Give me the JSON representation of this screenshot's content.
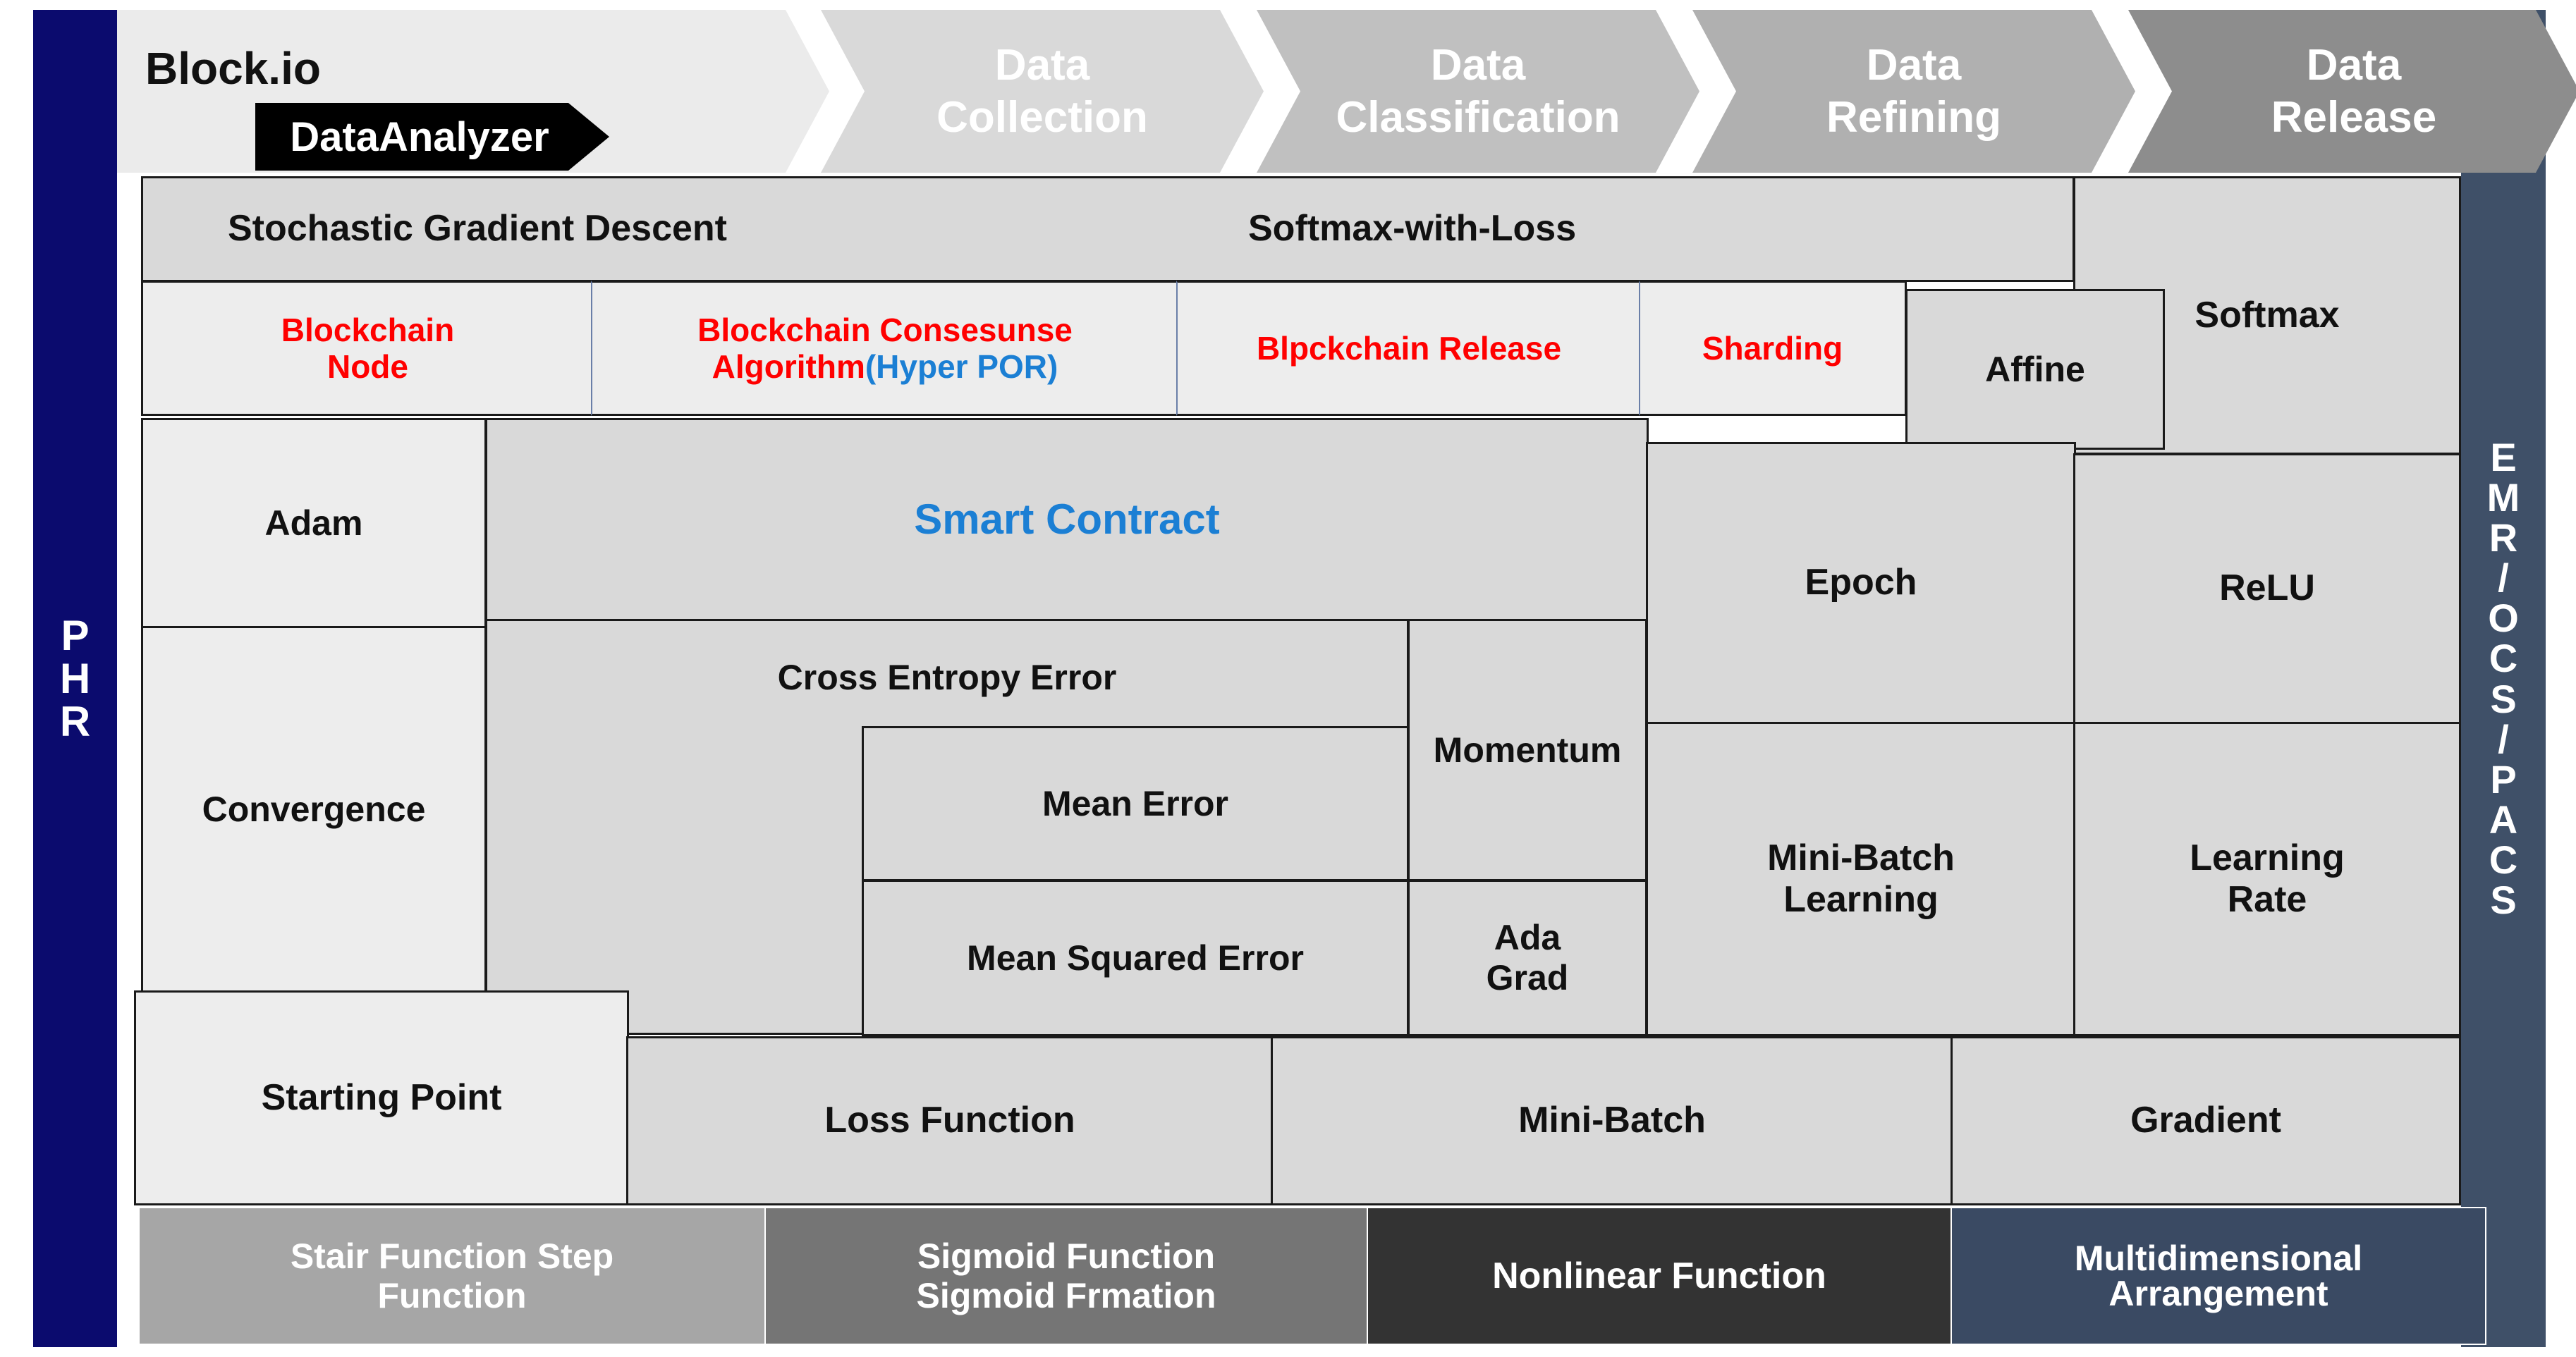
{
  "brand": {
    "title": "Block.io",
    "badge": "DataAnalyzer"
  },
  "pipeline": {
    "stages": [
      {
        "label": ""
      },
      {
        "label": "Data\nCollection"
      },
      {
        "label": "Data\nClassification"
      },
      {
        "label": "Data\nRefining"
      },
      {
        "label": "Data\nRelease"
      }
    ]
  },
  "rails": {
    "left": {
      "name": "PHR",
      "letters": [
        "P",
        "H",
        "R"
      ]
    },
    "right": {
      "name": "EMR/OCS/PACS",
      "letters": [
        "E",
        "M",
        "R",
        "/",
        "O",
        "C",
        "S",
        "/",
        "P",
        "A",
        "C",
        "S"
      ]
    }
  },
  "blocks": {
    "sgd": "Stochastic Gradient Descent",
    "softmax_with_loss": "Softmax-with-Loss",
    "blockchain_node": "Blockchain\nNode",
    "consensus_main": "Blockchain Consesunse Algorithm",
    "consensus_sub": "(Hyper POR)",
    "blockchain_release": "Blpckchain Release",
    "sharding": "Sharding",
    "affine": "Affine",
    "softmax": "Softmax",
    "adam": "Adam",
    "smart_contract": "Smart Contract",
    "convergence": "Convergence",
    "cross_entropy_error": "Cross Entropy Error",
    "mean_error": "Mean Error",
    "mean_squared_error": "Mean Squared Error",
    "momentum": "Momentum",
    "ada_grad": "Ada\nGrad",
    "epoch": "Epoch",
    "relu": "ReLU",
    "mini_batch_learning": "Mini-Batch\nLearning",
    "learning_rate": "Learning\nRate",
    "starting_point": "Starting Point",
    "loss_function": "Loss Function",
    "mini_batch": "Mini-Batch",
    "gradient": "Gradient"
  },
  "footer": {
    "bars": [
      {
        "label": "Stair Function Step\nFunction",
        "color": "#a6a6a6"
      },
      {
        "label": "Sigmoid Function\nSigmoid Frmation",
        "color": "#757575"
      },
      {
        "label": "Nonlinear Function",
        "color": "#333333"
      },
      {
        "label": "Multidimensional\nArrangement",
        "color": "#3a4a63"
      }
    ]
  },
  "colors": {
    "rail_left": "#0b0b6e",
    "rail_right": "#3f5068",
    "accent_red": "#ff0000",
    "accent_blue": "#1b7fd4",
    "box_mid": "#d9d9d9",
    "box_light": "#ededed"
  }
}
